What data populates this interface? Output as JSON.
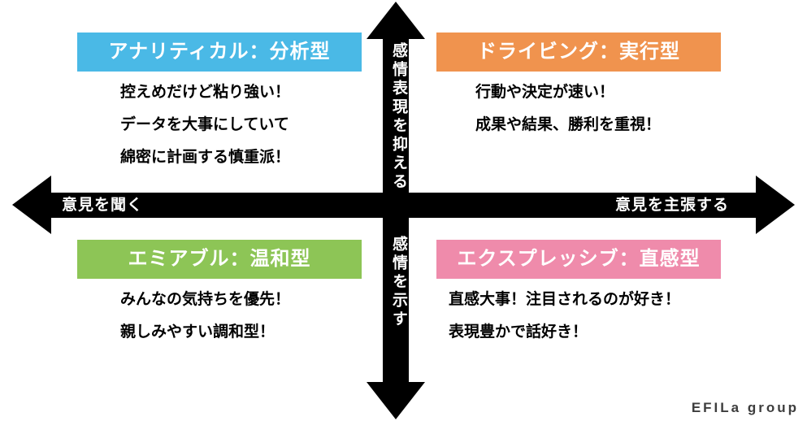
{
  "axes": {
    "vertical_top": "感情表現を抑える",
    "vertical_bottom": "感情を示す",
    "horizontal_left": "意見を聞く",
    "horizontal_right": "意見を主張する"
  },
  "quadrants": [
    {
      "id": "analytical",
      "title": "アナリティカル：分析型",
      "color": "#4ab9e6",
      "lines": [
        "控えめだけど粘り強い！",
        "データを大事にしていて",
        "綿密に計画する慎重派！"
      ]
    },
    {
      "id": "driving",
      "title": "ドライビング：実行型",
      "color": "#f0934e",
      "lines": [
        "行動や決定が速い！",
        "成果や結果、勝利を重視！"
      ]
    },
    {
      "id": "amiable",
      "title": "エミアブル：温和型",
      "color": "#8dc556",
      "lines": [
        "みんなの気持ちを優先！",
        "親しみやすい調和型！"
      ]
    },
    {
      "id": "expressive",
      "title": "エクスプレッシブ：直感型",
      "color": "#ef8bab",
      "lines": [
        "直感大事！注目されるのが好き！",
        "表現豊かで話好き！"
      ]
    }
  ],
  "footer": {
    "logo": "EFILa group"
  },
  "colors": {
    "axis": "#000000",
    "axis_text": "#ffffff",
    "body_text": "#000000"
  }
}
